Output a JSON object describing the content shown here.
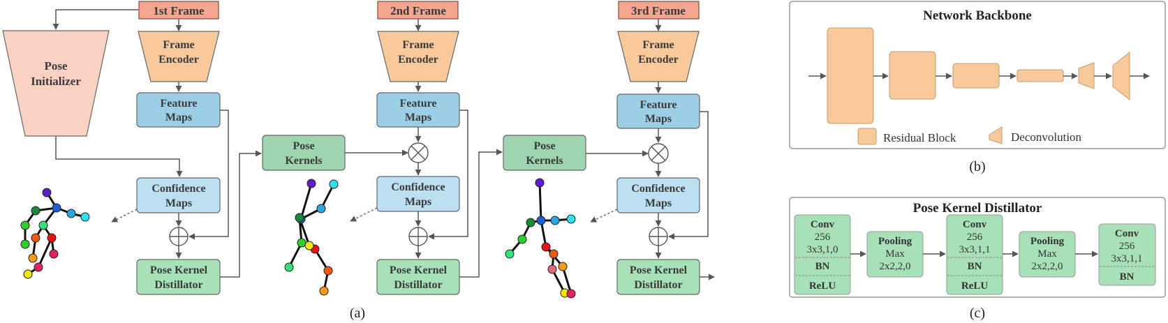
{
  "colors": {
    "frame_fill": "#f4a58f",
    "frame_stroke": "#8a4b3a",
    "encoder_fill": "#f8c99b",
    "pose_init_fill": "#fad2c4",
    "feature_fill": "#9ccfe6",
    "confidence_fill": "#bcdff2",
    "kernel_fill": "#9ed5b0",
    "distiller_fill": "#a8e1b8",
    "backbone_block_fill": "#f8c99b",
    "line": "#555555"
  },
  "panel_a": {
    "caption": "(a)",
    "pose_initializer": [
      "Pose",
      "Initializer"
    ],
    "frames": [
      {
        "frame_label": "1st Frame",
        "encoder": [
          "Frame",
          "Encoder"
        ],
        "feature_maps": [
          "Feature",
          "Maps"
        ],
        "confidence_maps": [
          "Confidence",
          "Maps"
        ],
        "distiller": [
          "Pose Kernel",
          "Distillator"
        ]
      },
      {
        "frame_label": "2nd Frame",
        "encoder": [
          "Frame",
          "Encoder"
        ],
        "feature_maps": [
          "Feature",
          "Maps"
        ],
        "confidence_maps": [
          "Confidence",
          "Maps"
        ],
        "distiller": [
          "Pose Kernel",
          "Distillator"
        ]
      },
      {
        "frame_label": "3rd Frame",
        "encoder": [
          "Frame",
          "Encoder"
        ],
        "feature_maps": [
          "Feature",
          "Maps"
        ],
        "confidence_maps": [
          "Confidence",
          "Maps"
        ],
        "distiller": [
          "Pose Kernel",
          "Distillator"
        ]
      }
    ],
    "pose_kernels": [
      [
        "Pose",
        "Kernels"
      ],
      [
        "Pose",
        "Kernels"
      ]
    ],
    "joint_colors": [
      "#5b1ec8",
      "#1f5fd6",
      "#2aa8e0",
      "#30e0f0",
      "#178a3a",
      "#2ed12a",
      "#36e07a",
      "#e81414",
      "#ee5a10",
      "#f39c12",
      "#f5e60a",
      "#e0245e",
      "#e06a7a"
    ]
  },
  "panel_b": {
    "caption": "(b)",
    "title": "Network Backbone",
    "legend_residual": "Residual Block",
    "legend_deconv": "Deconvolution"
  },
  "panel_c": {
    "caption": "(c)",
    "title": "Pose Kernel Distillator",
    "blocks": [
      {
        "lines": [
          "Conv",
          "256",
          "3x3,1,0"
        ],
        "bn": "BN",
        "relu": "ReLU"
      },
      {
        "lines": [
          "Pooling",
          "Max",
          "2x2,2,0"
        ]
      },
      {
        "lines": [
          "Conv",
          "256",
          "3x3,1,1"
        ],
        "bn": "BN",
        "relu": "ReLU"
      },
      {
        "lines": [
          "Pooling",
          "Max",
          "2x2,2,0"
        ]
      },
      {
        "lines": [
          "Conv",
          "256",
          "3x3,1,1"
        ],
        "bn": "BN"
      }
    ]
  }
}
